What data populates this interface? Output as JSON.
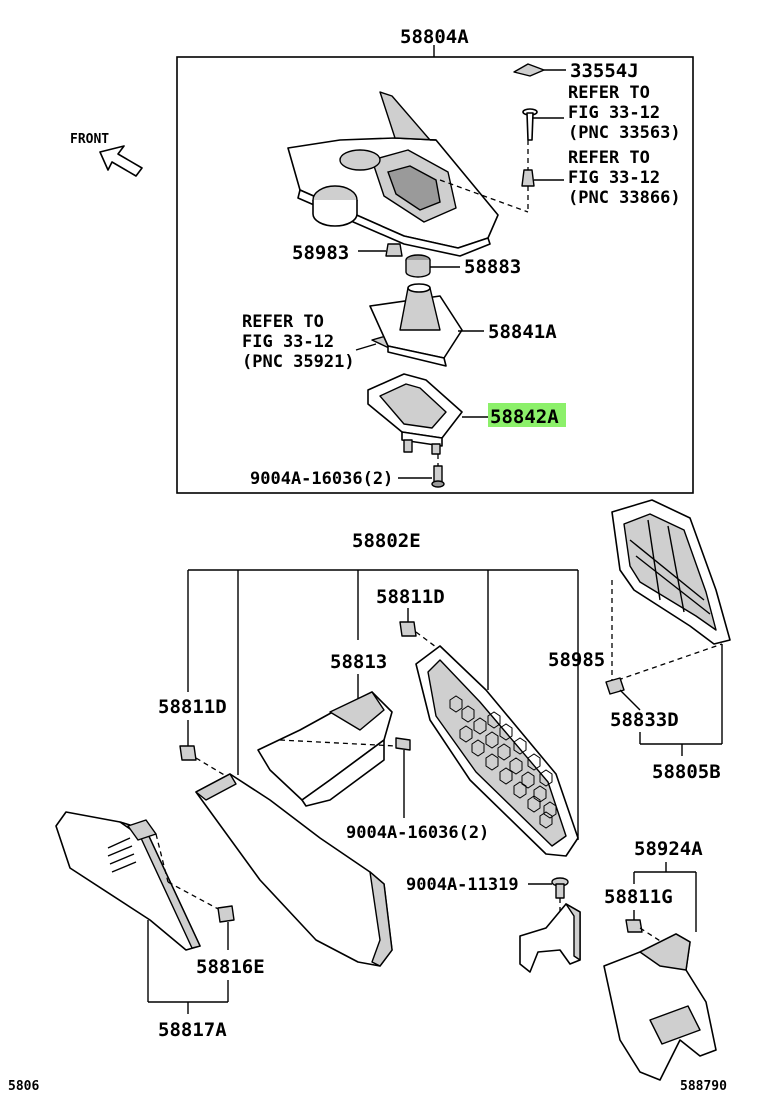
{
  "labels": {
    "p58804A": "58804A",
    "p33554J": "33554J",
    "refer1_l1": "REFER TO",
    "refer1_l2": "FIG 33-12",
    "refer1_l3": "(PNC 33563)",
    "refer2_l1": "REFER TO",
    "refer2_l2": "FIG 33-12",
    "refer2_l3": "(PNC 33866)",
    "front": "FRONT",
    "p58983": "58983",
    "p58883": "58883",
    "refer3_l1": "REFER TO",
    "refer3_l2": "FIG 33-12",
    "refer3_l3": "(PNC 35921)",
    "p58841A": "58841A",
    "p58842A": "58842A",
    "p9004A_16036_top": "9004A-16036(2)",
    "p58802E": "58802E",
    "p58811D_top": "58811D",
    "p58813": "58813",
    "p58985": "58985",
    "p58811D_left": "58811D",
    "p58833D": "58833D",
    "p58805B": "58805B",
    "p9004A_16036_mid": "9004A-16036(2)",
    "p9004A_11319": "9004A-11319",
    "p58924A": "58924A",
    "p58811G": "58811G",
    "p58816E": "58816E",
    "p58817A": "58817A",
    "corner_left": "5806",
    "corner_right": "588790"
  },
  "highlight_color": "#8cf06a"
}
